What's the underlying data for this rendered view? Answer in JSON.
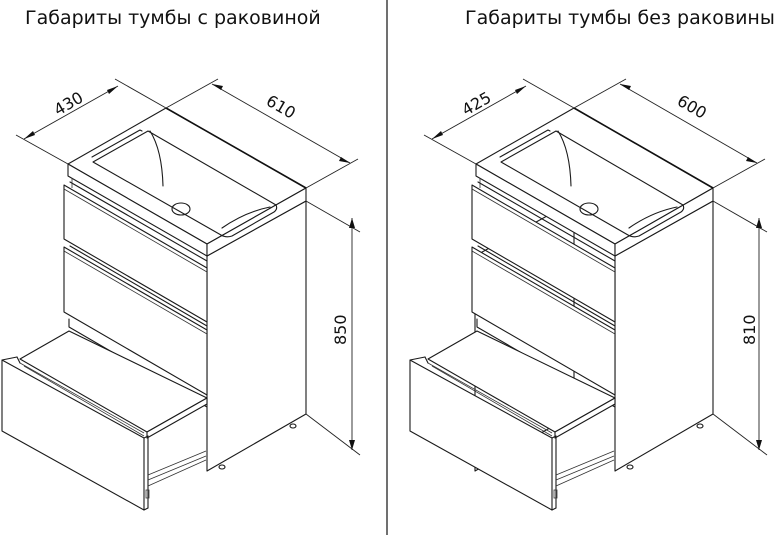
{
  "panels": [
    {
      "title": "Габариты тумбы с раковиной",
      "dimensions": {
        "depth": "430",
        "width": "610",
        "height": "850"
      }
    },
    {
      "title": "Габариты тумбы без раковины",
      "dimensions": {
        "depth": "425",
        "width": "600",
        "height": "810"
      }
    }
  ],
  "colors": {
    "line": "#1a1a1a",
    "background": "#ffffff"
  }
}
